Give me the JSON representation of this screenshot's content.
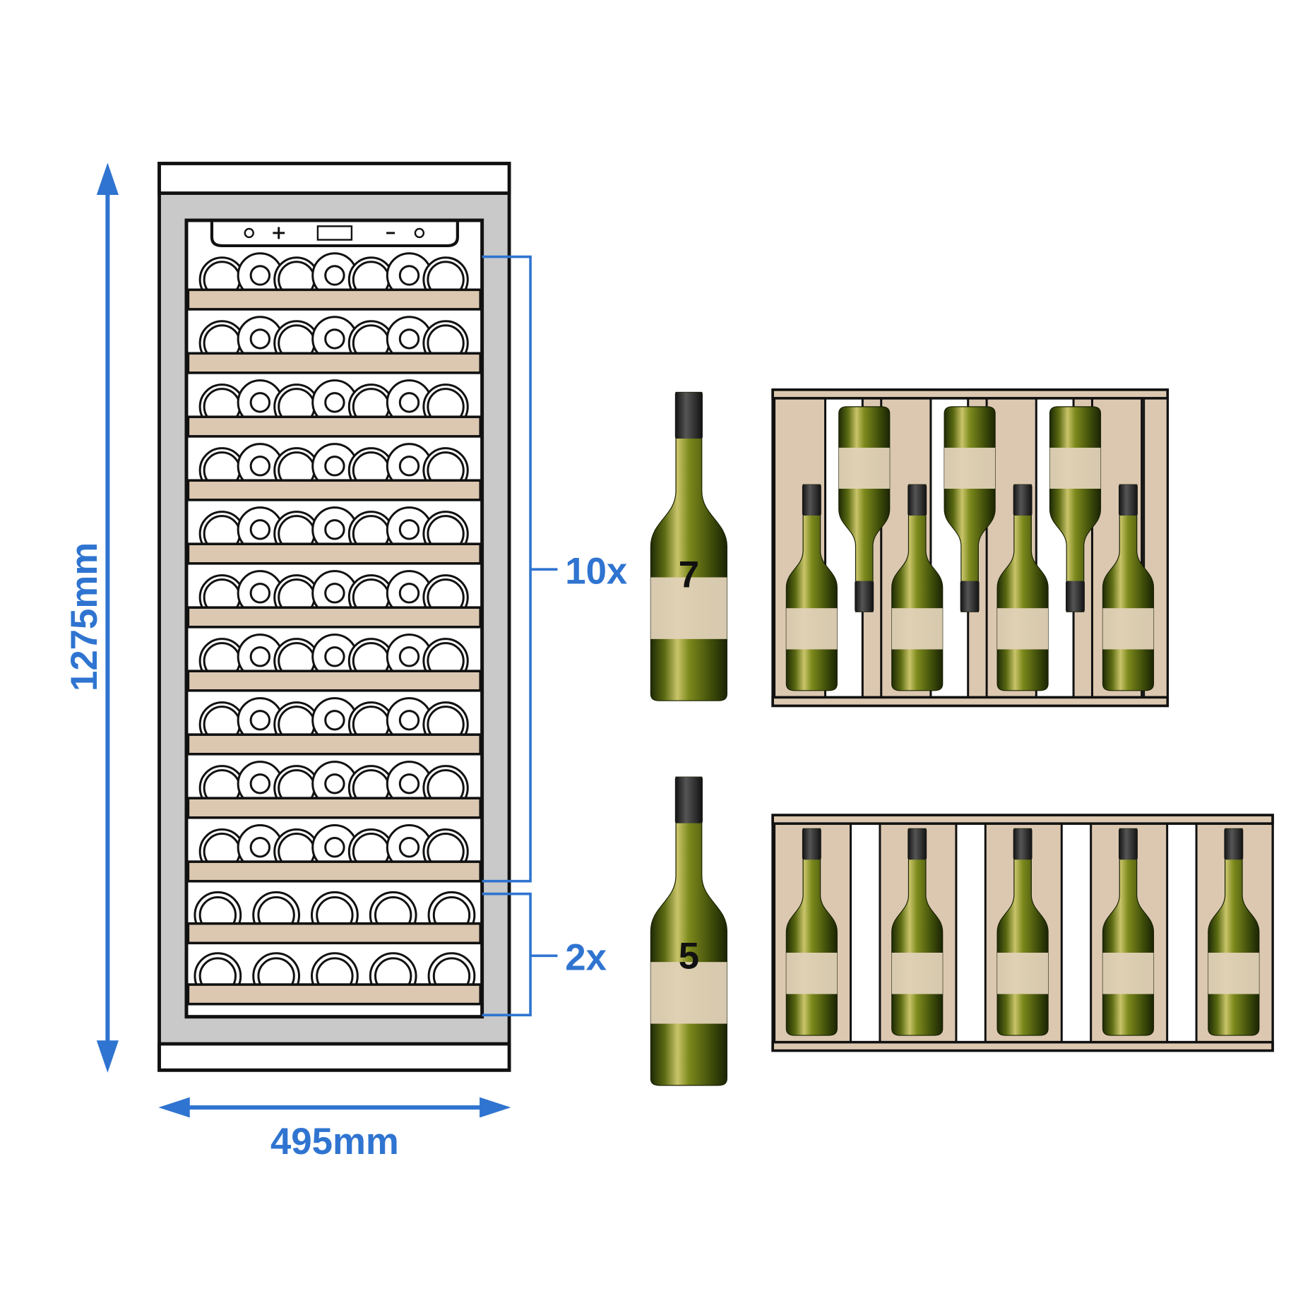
{
  "dimensions": {
    "height_label": "1275mm",
    "width_label": "495mm"
  },
  "shelf_groups": [
    {
      "count_label": "10x",
      "bottles_per_shelf_label": "7",
      "shelves": 10,
      "bottles_per_shelf": 7
    },
    {
      "count_label": "2x",
      "bottles_per_shelf_label": "5",
      "shelves": 2,
      "bottles_per_shelf": 5
    }
  ],
  "colors": {
    "accent": "#2f74d0",
    "shelf_wood": "#dcc8b1",
    "frame_gray": "#c9c9c9",
    "bottle_green": "#4a5a10",
    "label": "#e2d2b8"
  }
}
